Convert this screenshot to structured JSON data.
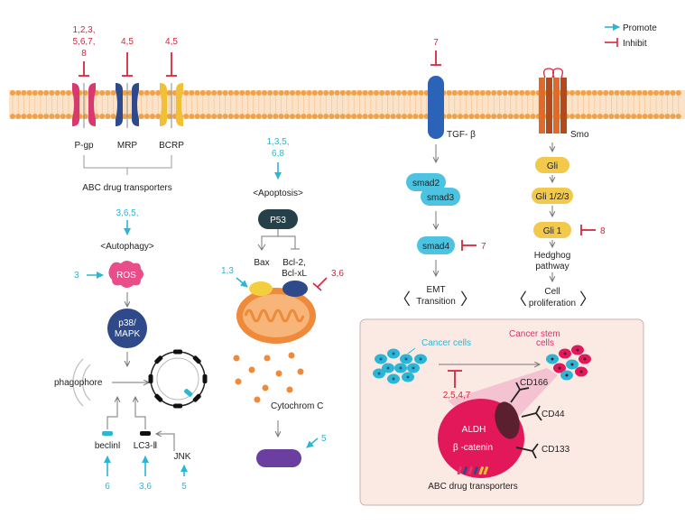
{
  "legend": {
    "promote": "Promote",
    "inhibit": "Inhibit",
    "promote_color": "#2bb6d6",
    "inhibit_color": "#d7263d"
  },
  "transporters": {
    "pgp_refs_1": "1,2,3,",
    "pgp_refs_2": "5,6,7,",
    "pgp_refs_3": "8",
    "mrp_refs": "4,5",
    "bcrp_refs": "4,5",
    "pgp": "P-gp",
    "mrp": "MRP",
    "bcrp": "BCRP",
    "group_label": "ABC drug transporters"
  },
  "autophagy": {
    "refs": "3,6,5,",
    "title": "<Autophagy>",
    "ros_refs": "3",
    "ros": "ROS",
    "p38_1": "p38/",
    "p38_2": "MAPK",
    "phagophore": "phagophore",
    "beclin": "beclinl",
    "lc3": "LC3-Ⅱ",
    "jnk": "JNK",
    "beclin_refs": "6",
    "lc3_refs": "3,6",
    "jnk_refs": "5"
  },
  "apoptosis": {
    "refs_1": "1,3,5,",
    "refs_2": "6,8",
    "title": "<Apoptosis>",
    "p53": "P53",
    "bax": "Bax",
    "bax_refs": "1,3",
    "bcl_1": "Bcl-2,",
    "bcl_2": "Bcl-xL",
    "bcl_refs": "3,6",
    "cytochrome": "Cytochrom C",
    "caspase_refs": "5"
  },
  "tgf": {
    "refs": "7",
    "receptor": "TGF- β",
    "smad2": "smad2",
    "smad3": "smad3",
    "smad4": "smad4",
    "smad4_refs": "7",
    "emt_1": "EMT",
    "emt_2": "Transition"
  },
  "hedgehog": {
    "receptor": "Smo",
    "gli": "Gli",
    "gli123": "Gli 1/2/3",
    "gli1": "Gli 1",
    "gli1_refs": "8",
    "path_1": "Hedghog",
    "path_2": "pathway",
    "prolif_1": "Cell",
    "prolif_2": "proliferation"
  },
  "csc": {
    "cancer_cells": "Cancer cells",
    "csc_1": "Cancer stem",
    "csc_2": "cells",
    "refs": "2,5,4,7",
    "cd166": "CD166",
    "cd44": "CD44",
    "cd133": "CD133",
    "aldh": "ALDH",
    "catenin": "β -catenin",
    "abc": "ABC drug transporters"
  }
}
